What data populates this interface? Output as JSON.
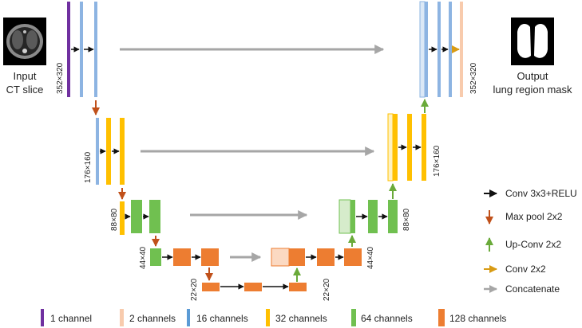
{
  "input": {
    "line1": "Input",
    "line2": "CT slice"
  },
  "output": {
    "line1": "Output",
    "line2": "lung region mask"
  },
  "dims": {
    "l1_left": "352×320",
    "l1_right": "352×320",
    "l2_left": "176×160",
    "l2_right": "176×160",
    "l3_left": "88×80",
    "l3_right": "88×80",
    "l4_left": "44×40",
    "l4_right": "44×40",
    "l5_left": "22×20",
    "l5_right": "22×20"
  },
  "ops_legend": [
    {
      "label": "Conv 3x3+RELU",
      "color": "#111111"
    },
    {
      "label": "Max pool 2x2",
      "color": "#c0501a"
    },
    {
      "label": "Up-Conv 2x2",
      "color": "#6aaa3a"
    },
    {
      "label": "Conv 2x2",
      "color": "#d89b14"
    },
    {
      "label": "Concatenate",
      "color": "#a6a6a6"
    }
  ],
  "channels_legend": [
    {
      "label": "1 channel",
      "color": "#7030a0"
    },
    {
      "label": "2 channels",
      "color": "#f8cbad"
    },
    {
      "label": "16 channels",
      "color": "#5b9bd5"
    },
    {
      "label": "32 channels",
      "color": "#ffc000"
    },
    {
      "label": "64 channels",
      "color": "#70c050"
    },
    {
      "label": "128 channels",
      "color": "#ed7d31"
    }
  ],
  "colors": {
    "ch1": "#7030a0",
    "ch2": "#f8cbad",
    "ch16": "#8db4e2",
    "ch16_light": "#dbe8f6",
    "ch32": "#ffc000",
    "ch32_light": "#fff2c0",
    "ch64": "#70c050",
    "ch64_light": "#d6eccb",
    "ch128": "#ed7d31",
    "ch128_light": "#fbd9c2",
    "conv": "#111111",
    "pool": "#c0501a",
    "upconv": "#6aaa3a",
    "conv2": "#d89b14",
    "concat": "#a6a6a6"
  }
}
